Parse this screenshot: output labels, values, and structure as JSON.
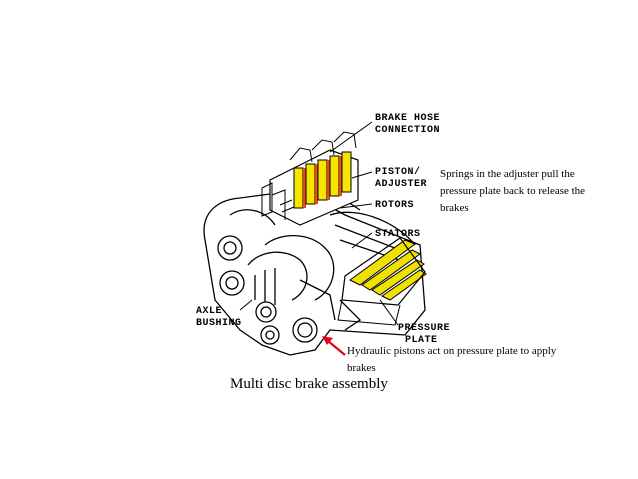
{
  "diagram": {
    "labels": {
      "brake_hose_line1": "BRAKE HOSE",
      "brake_hose_line2": "CONNECTION",
      "piston_line1": "PISTON/",
      "piston_line2": "ADJUSTER",
      "rotors": "ROTORS",
      "stators": "STATORS",
      "axle_line1": "AXLE",
      "axle_line2": "BUSHING",
      "pressure_line1": "PRESSURE",
      "pressure_line2": "PLATE"
    },
    "colors": {
      "piston_fill": "#f5e500",
      "piston_accent": "#e24a1c",
      "stator_fill": "#f0e200",
      "arrow": "#e8001c",
      "line": "#000000"
    }
  },
  "callouts": {
    "springs": "Springs in the adjuster pull the pressure plate back to release the brakes",
    "hydraulic": "Hydraulic pistons act on pressure plate to apply brakes"
  },
  "caption": "Multi disc brake assembly"
}
